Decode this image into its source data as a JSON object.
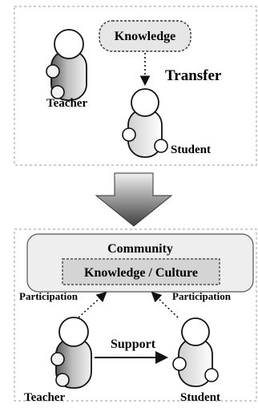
{
  "top_panel": {
    "knowledge_label": "Knowledge",
    "transfer_label": "Transfer",
    "teacher_label": "Teacher",
    "student_label": "Student"
  },
  "bottom_panel": {
    "community_label": "Community",
    "knowledge_culture_label": "Knowledge / Culture",
    "participation_left_label": "Participation",
    "participation_right_label": "Participation",
    "support_label": "Support",
    "teacher_label": "Teacher",
    "student_label": "Student"
  },
  "colors": {
    "outline": "#111111",
    "panel_border": "#999999",
    "box_fill": "#e6e6e6",
    "arrow_dark": "#4a4a4a",
    "arrow_light": "#e8e8e8"
  }
}
